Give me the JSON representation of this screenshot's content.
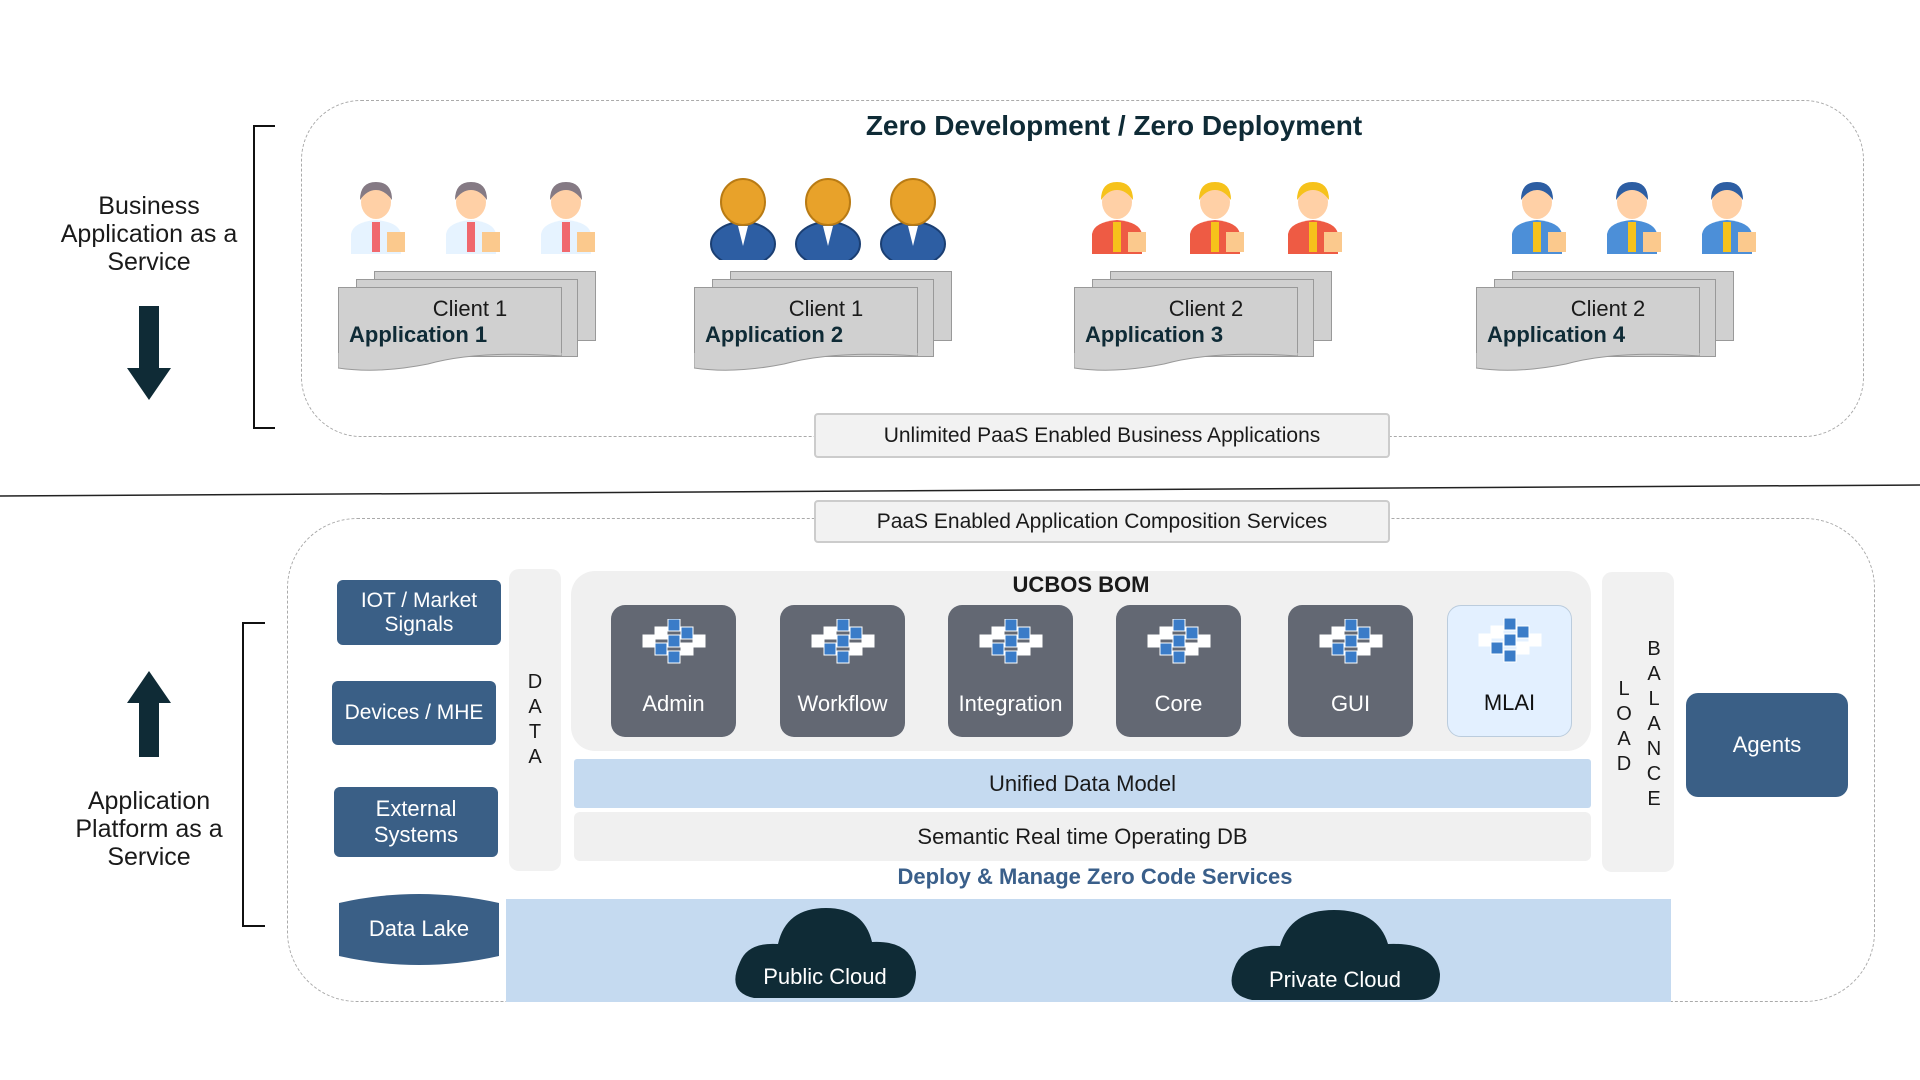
{
  "top": {
    "title": "Zero Development / Zero Deployment",
    "side_label": "Business Application as a Service",
    "apps": [
      {
        "client": "Client 1",
        "app": "Application 1",
        "persona": "support-agent-icon"
      },
      {
        "client": "Client 1",
        "app": "Application 2",
        "persona": "business-user-icon"
      },
      {
        "client": "Client 2",
        "app": "Application 3",
        "persona": "warehouse-worker-icon"
      },
      {
        "client": "Client 2",
        "app": "Application 4",
        "persona": "security-guard-icon"
      }
    ],
    "footer": "Unlimited PaaS Enabled Business Applications"
  },
  "bottom": {
    "header": "PaaS Enabled Application Composition Services",
    "side_label": "Application Platform as a Service",
    "sources": [
      "IOT / Market Signals",
      "Devices / MHE",
      "External Systems",
      "Data Lake"
    ],
    "data_column": "DATA",
    "bom_title": "UCBOS BOM",
    "modules": [
      "Admin",
      "Workflow",
      "Integration",
      "Core",
      "GUI",
      "MLAI"
    ],
    "unified": "Unified Data Model",
    "semantic": "Semantic Real time Operating DB",
    "deploy": "Deploy & Manage Zero Code Services",
    "load": "LOAD",
    "balance": "BALANCE",
    "agents": "Agents",
    "clouds": [
      "Public Cloud",
      "Private Cloud"
    ]
  },
  "colors": {
    "navy": "#0f2b36",
    "box_blue": "#3a5f86",
    "tile_gray": "#636873",
    "cloud_band": "#c5daf0",
    "deploy_text": "#3a5f8a"
  }
}
